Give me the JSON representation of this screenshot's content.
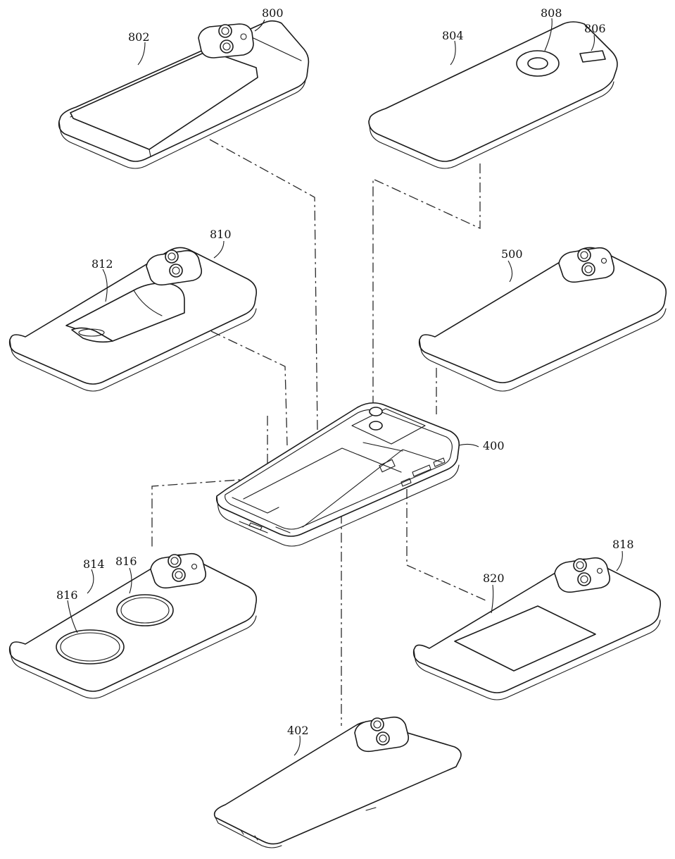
{
  "figure": {
    "labels": {
      "cover_800": "800",
      "battery_802": "802",
      "cover_804": "804",
      "coil_808": "808",
      "sensor_806": "806",
      "cover_810": "810",
      "grip_812": "812",
      "cover_500": "500",
      "device_400": "400",
      "cover_814": "814",
      "speaker_816a": "816",
      "speaker_816b": "816",
      "cover_818": "818",
      "display_820": "820",
      "back_402": "402"
    },
    "colors": {
      "line": "#1a1a1a",
      "background": "#ffffff",
      "hatch": "#555555"
    }
  }
}
